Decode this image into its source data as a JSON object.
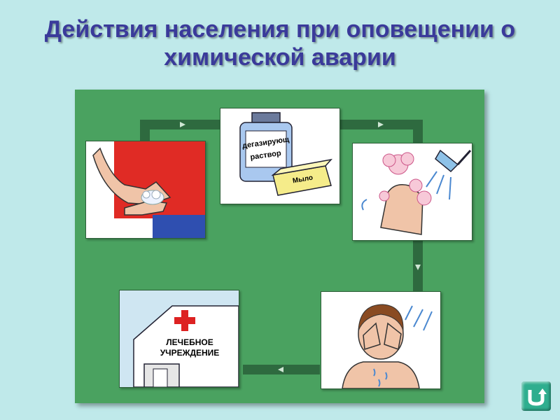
{
  "title": {
    "line1": "Действия населения при оповещении о",
    "line2": "химической аварии"
  },
  "panels": {
    "hand_wash": {
      "icon": "hand-washing-icon"
    },
    "solution": {
      "icon": "decontamination-bottle-icon",
      "bottle_line1": "дегазирующ",
      "bottle_line2": "раствор",
      "soap_label": "Мыло"
    },
    "shower": {
      "icon": "shower-icon"
    },
    "eye_wash": {
      "icon": "eye-rinse-icon"
    },
    "medical": {
      "icon": "medical-facility-icon",
      "line1": "ЛЕЧЕБНОЕ",
      "line2": "УЧРЕЖДЕНИЕ"
    }
  },
  "nav": {
    "back_icon": "return-arrow-icon"
  },
  "colors": {
    "background": "#bfe9ea",
    "title": "#3a3a9a",
    "board": "#4aa260",
    "path": "#2e6a3f",
    "button": "#2fae8f"
  }
}
